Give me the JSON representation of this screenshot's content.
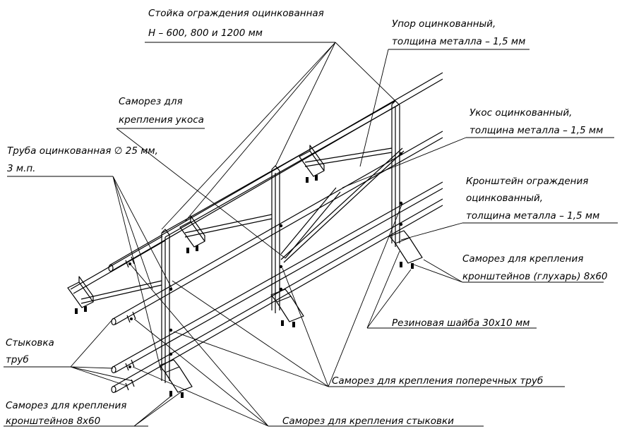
{
  "labels": {
    "post": [
      "Стойка ограждения оцинкованная",
      "Н – 600, 800 и 1200 мм"
    ],
    "stop": [
      "Упор оцинкованный,",
      "толщина металла – 1,5 мм"
    ],
    "brace_screw": [
      "Саморез для",
      "крепления укоса"
    ],
    "brace": [
      "Укос оцинкованный,",
      "толщина металла – 1,5 мм"
    ],
    "pipe": [
      "Труба оцинкованная ∅ 25 мм,",
      "3 м.п."
    ],
    "bracket": [
      "Кронштейн ограждения",
      "оцинкованный,",
      "толщина металла – 1,5 мм"
    ],
    "lag_screw": [
      "Саморез для крепления",
      "кронштейнов (глухарь) 8х60"
    ],
    "washer": [
      "Резиновая шайба 30х10 мм"
    ],
    "pipe_joint": [
      "Стыковка",
      "труб"
    ],
    "cross_screw": [
      "Саморез для крепления поперечных труб"
    ],
    "bracket_screw": [
      "Саморез для крепления",
      "кронштейнов 8х60"
    ],
    "joint_screw": [
      "Саморез для крепления стыковки"
    ]
  }
}
